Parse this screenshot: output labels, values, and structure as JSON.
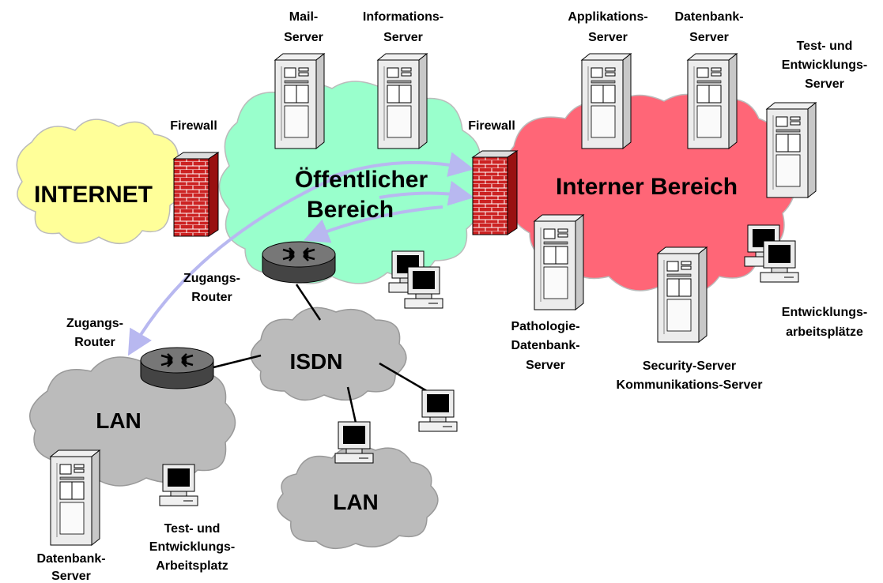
{
  "zones": {
    "internet": "INTERNET",
    "public_line1": "Öffentlicher",
    "public_line2": "Bereich",
    "internal": "Interner Bereich",
    "isdn": "ISDN",
    "lan_left": "LAN",
    "lan_bottom": "LAN"
  },
  "labels": {
    "firewall_left": "Firewall",
    "firewall_right": "Firewall",
    "mail_server": [
      "Mail-",
      "Server"
    ],
    "info_server": [
      "Informations-",
      "Server"
    ],
    "app_server": [
      "Applikations-",
      "Server"
    ],
    "db_server_top": [
      "Datenbank-",
      "Server"
    ],
    "test_server": [
      "Test- und",
      "Entwicklungs-",
      "Server"
    ],
    "pathology_server": [
      "Pathologie-",
      "Datenbank-",
      "Server"
    ],
    "security_server": [
      "Security-Server",
      "Kommunikations-Server"
    ],
    "dev_workstations": [
      "Entwicklungs-",
      "arbeitsplätze"
    ],
    "router_public": [
      "Zugangs-",
      "Router"
    ],
    "router_lan": [
      "Zugangs-",
      "Router"
    ],
    "db_server_lan": [
      "Datenbank-",
      "Server"
    ],
    "test_workstation": [
      "Test- und",
      "Entwicklungs-",
      "Arbeitsplatz"
    ]
  },
  "colors": {
    "internet_cloud": "#ffff99",
    "public_cloud": "#99ffcc",
    "internal_cloud": "#ff6677",
    "lan_cloud": "#bbbbbb",
    "firewall_brick": "#cc2222",
    "arrow": "#b8b8f0",
    "router": "#666666"
  },
  "icons": [
    "server-icon",
    "workstation-icon",
    "router-icon",
    "firewall-icon",
    "cloud-shape",
    "arrow"
  ]
}
